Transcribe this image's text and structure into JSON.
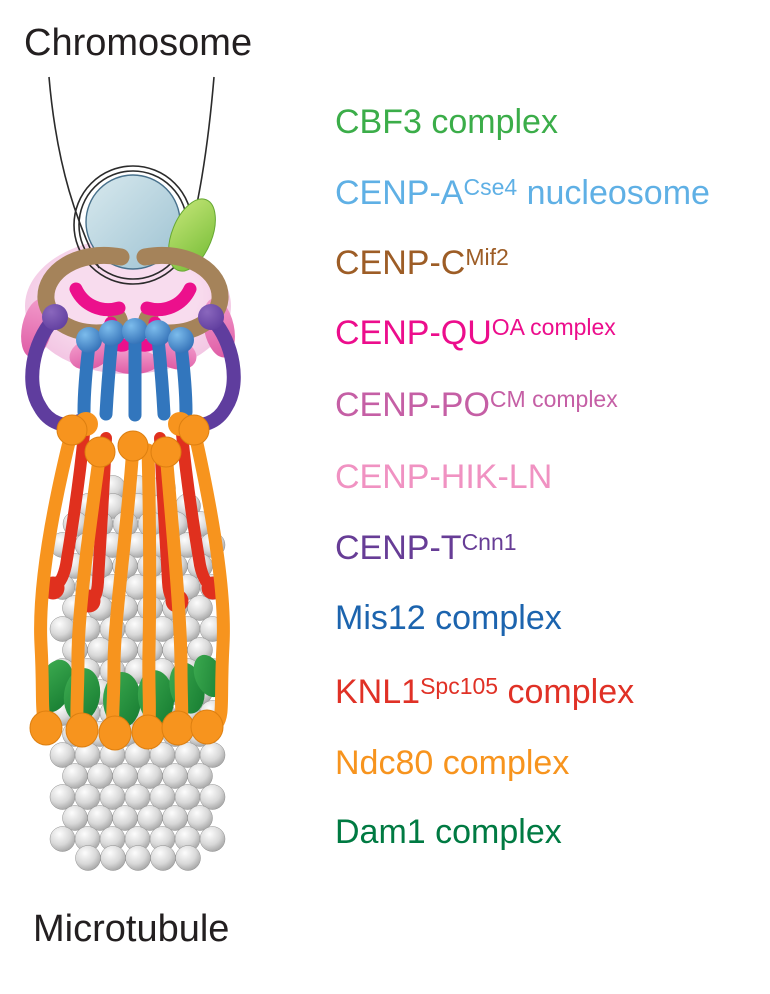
{
  "title_top": "Chromosome",
  "title_bottom": "Microtubule",
  "legend": {
    "items": [
      {
        "pre": "CBF3 complex",
        "sup": "",
        "post": "",
        "color": "#3bad49"
      },
      {
        "pre": "CENP-A",
        "sup": "Cse4",
        "post": " nucleosome",
        "color": "#5fb0e5"
      },
      {
        "pre": "CENP-C",
        "sup": "Mif2",
        "post": "",
        "color": "#9d5d26"
      },
      {
        "pre": "CENP-QU",
        "sup": "OA complex",
        "post": "",
        "color": "#ec0d8c"
      },
      {
        "pre": "CENP-PO",
        "sup": "CM complex",
        "post": "",
        "color": "#c55fa5"
      },
      {
        "pre": "CENP-HIK-LN",
        "sup": "",
        "post": "",
        "color": "#f092c2"
      },
      {
        "pre": "CENP-T",
        "sup": "Cnn1",
        "post": "",
        "color": "#673d96"
      },
      {
        "pre": "Mis12 complex",
        "sup": "",
        "post": "",
        "color": "#1c64ae"
      },
      {
        "pre": "KNL1",
        "sup": "Spc105",
        "post": " complex",
        "color": "#e03126"
      },
      {
        "pre": "Ndc80 complex",
        "sup": "",
        "post": "",
        "color": "#f7941e"
      },
      {
        "pre": "Dam1 complex",
        "sup": "",
        "post": "",
        "color": "#007a42"
      }
    ]
  },
  "palette": {
    "text_color": "#231f20",
    "dna_stroke": "#2b2b2b",
    "cbf3_fill": "#8dc63f",
    "nucleosome_stroke": "#48718c",
    "hikln_fill": "#f3c9e4",
    "po_fill": "#e878ba",
    "cenpc_fill": "#a5835a",
    "qu_fill": "#ec108c",
    "cenpt_fill": "#5f3d9e",
    "mis12_fill": "#3276bd",
    "knl1_fill": "#e0301e",
    "ndc80_fill": "#f7941e",
    "dam1_fill": "#2f9e41",
    "microtubule_gray": "#9a9a9a"
  }
}
